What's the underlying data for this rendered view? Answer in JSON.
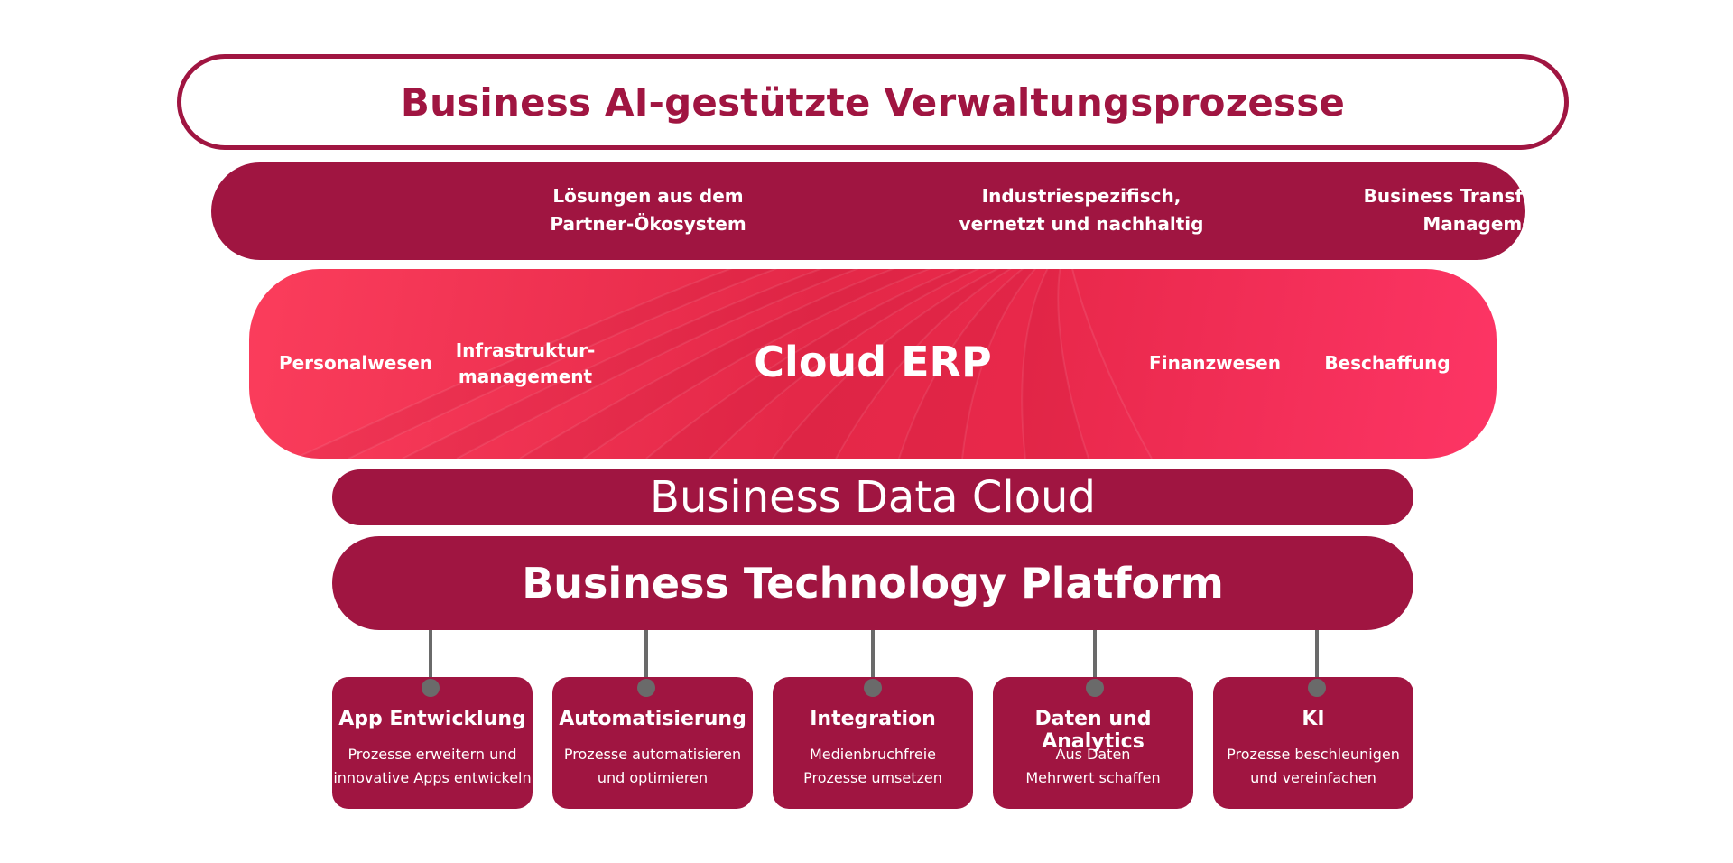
{
  "title": "Business AI-gestützte Verwaltungsprozesse",
  "solutions": [
    "Lösungen aus dem\nPartner-Ökosystem",
    "Industriespezifisch,\nvernetzt und nachhaltig",
    "Business Transformation\nManagement"
  ],
  "erp": {
    "title": "Cloud ERP",
    "modules": [
      "Personalwesen",
      "Infrastruktur-\nmanagement",
      "Finanzwesen",
      "Beschaffung"
    ]
  },
  "data_cloud": "Business Data Cloud",
  "platform": "Business Technology Platform",
  "capabilities": [
    {
      "title": "App Entwicklung",
      "desc": "Prozesse erweitern und\ninnovative Apps entwickeln"
    },
    {
      "title": "Automatisierung",
      "desc": "Prozesse automatisieren\nund optimieren"
    },
    {
      "title": "Integration",
      "desc": "Medienbruchfreie\nProzesse umsetzen"
    },
    {
      "title": "Daten und Analytics",
      "desc": "Aus Daten\nMehrwert schaffen"
    },
    {
      "title": "KI",
      "desc": "Prozesse beschleunigen\nund vereinfachen"
    }
  ],
  "colors": {
    "primary": "#a01541",
    "erp_gradient_start": "#fb3d5c",
    "erp_gradient_end": "#fd3565",
    "connector": "#6a6a6a",
    "background": "#ffffff"
  }
}
